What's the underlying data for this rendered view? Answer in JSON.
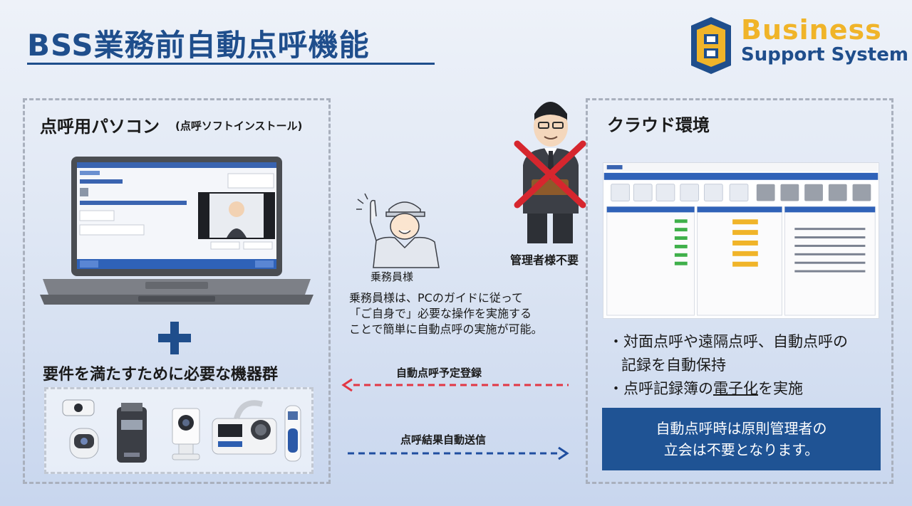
{
  "title": "BSS業務前自動点呼機能",
  "logo": {
    "line1": "Business",
    "line2": "Support System",
    "colors": {
      "gold": "#f0b429",
      "navy": "#1f4e8c"
    }
  },
  "left_panel": {
    "title": "点呼用パソコン",
    "subtitle": "(点呼ソフトインストール)",
    "requirements_title": "要件を満たすために必要な機器群",
    "device_icons": [
      "webcam-icon",
      "breathalyzer-icon",
      "camera-icon",
      "blood-pressure-monitor-icon",
      "thermometer-icon"
    ]
  },
  "center": {
    "manager_label": "管理者様不要",
    "driver_label": "乗務員様",
    "description": [
      "乗務員様は、PCのガイドに従って",
      "「ご自身で」必要な操作を実施する",
      "ことで簡単に自動点呼の実施が可能。"
    ],
    "arrow_top_label": "自動点呼予定登録",
    "arrow_bottom_label": "点呼結果自動送信"
  },
  "right_panel": {
    "title": "クラウド環境",
    "bullets": [
      {
        "line1": "・対面点呼や遠隔点呼、自動点呼の",
        "line2": "記録を自動保持"
      },
      {
        "pre": "・点呼記録簿の",
        "underlined": "電子化",
        "post": "を実施"
      }
    ],
    "callout": [
      "自動点呼時は原則管理者の",
      "立会は不要となります。"
    ]
  },
  "colors": {
    "accent": "#1f4e8c",
    "callout_bg": "#1f5394",
    "arrow_red": "#e23744",
    "arrow_blue": "#1f4ea0",
    "cross": "#d6262e"
  }
}
